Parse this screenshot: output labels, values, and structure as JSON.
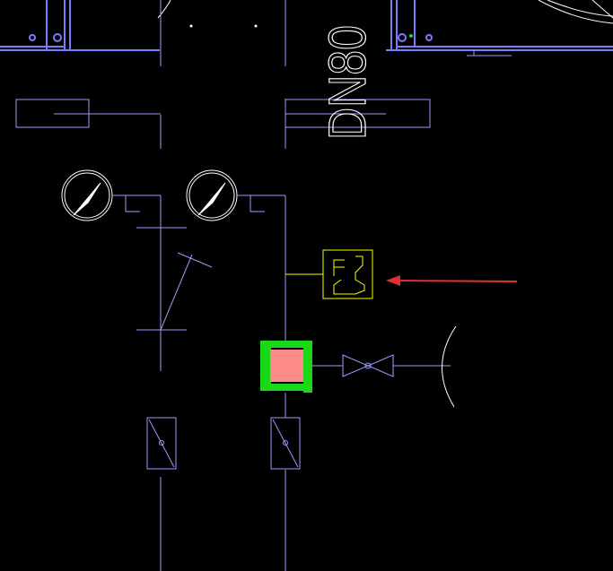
{
  "drawing": {
    "background": "#000000",
    "pipe_size_label": "DN80",
    "colors": {
      "pipe": "#9a9aff",
      "frame": "#7b7bff",
      "white": "#ffffff",
      "yellow": "#ffff00",
      "highlight_green": "#18d818",
      "highlight_fill": "#ff8a8a",
      "annotation_red": "#e03030"
    },
    "symbols": [
      "pressure-gauge-left",
      "pressure-gauge-right",
      "flow-switch",
      "selected-component",
      "butterfly-valve",
      "strainer-left",
      "strainer-right"
    ]
  }
}
